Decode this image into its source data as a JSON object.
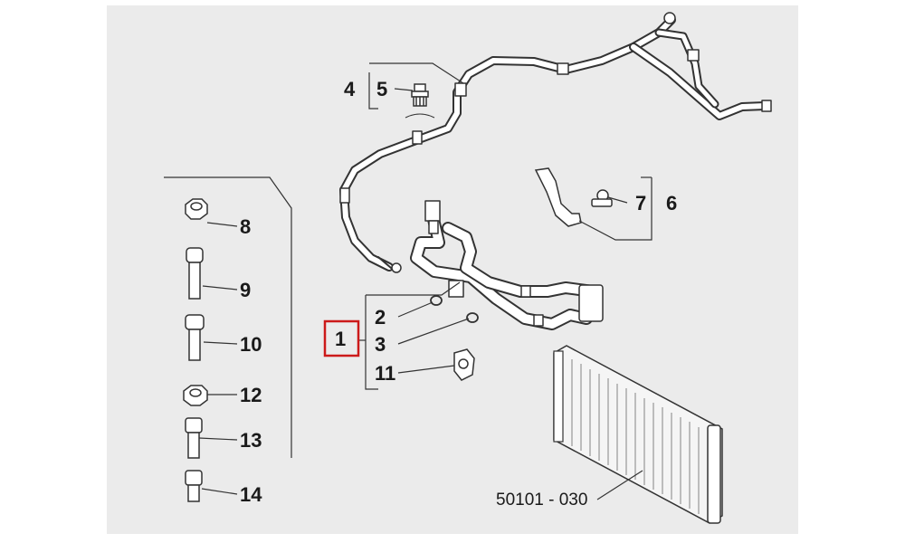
{
  "diagram": {
    "background": "#ebebeb",
    "highlight_color": "#cc1a1a",
    "callouts": {
      "c1": "1",
      "c2": "2",
      "c3": "3",
      "c4": "4",
      "c5": "5",
      "c6": "6",
      "c7": "7",
      "c8": "8",
      "c9": "9",
      "c10": "10",
      "c11": "11",
      "c12": "12",
      "c13": "13",
      "c14": "14"
    },
    "reference": "50101 - 030",
    "highlighted_callout": "1"
  }
}
